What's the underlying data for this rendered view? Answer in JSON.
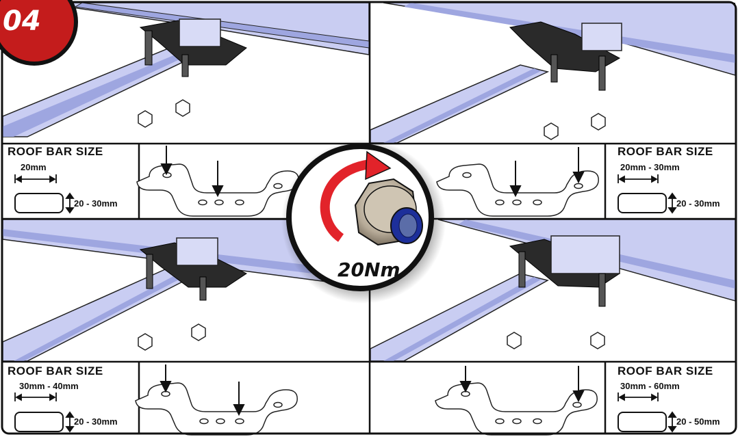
{
  "step": {
    "number": "04",
    "badge_color": "#c41c1c"
  },
  "center": {
    "torque": "20Nm",
    "nut_color": "#b7ab98",
    "insert_color": "#1d2f9a",
    "arrow_color": "#e2232a"
  },
  "panels": [
    {
      "id": "top-left",
      "title": "ROOF BAR SIZE",
      "width_label": "20mm",
      "height_label": "20 - 30mm"
    },
    {
      "id": "top-right",
      "title": "ROOF BAR SIZE",
      "width_label": "20mm - 30mm",
      "height_label": "20 - 30mm"
    },
    {
      "id": "bottom-left",
      "title": "ROOF BAR SIZE",
      "width_label": "30mm - 40mm",
      "height_label": "20 - 30mm"
    },
    {
      "id": "bottom-right",
      "title": "ROOF BAR SIZE",
      "width_label": "30mm - 60mm",
      "height_label": "20 - 50mm"
    }
  ],
  "colors": {
    "rail": "#c9cdf2",
    "rail_dark": "#9ea6e0",
    "bracket": "#2a2a2a"
  }
}
